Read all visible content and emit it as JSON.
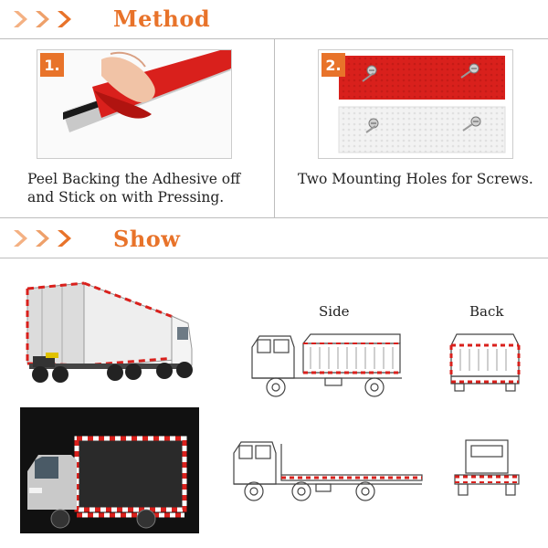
{
  "colors": {
    "accent": "#e8732a",
    "reflector_red": "#d9201c",
    "tape_white": "#ffffff"
  },
  "method_section": {
    "title": "Method",
    "steps": [
      {
        "number": "1.",
        "caption_lines": [
          "Peel Backing the Adhesive off",
          "and Stick on with Pressing."
        ]
      },
      {
        "number": "2.",
        "caption_lines": [
          "Two Mounting Holes for Screws."
        ]
      }
    ]
  },
  "show_section": {
    "title": "Show",
    "side_label": "Side",
    "back_label": "Back"
  },
  "icons": [
    "chevron-right-icon",
    "screw-icon",
    "truck-icon"
  ]
}
